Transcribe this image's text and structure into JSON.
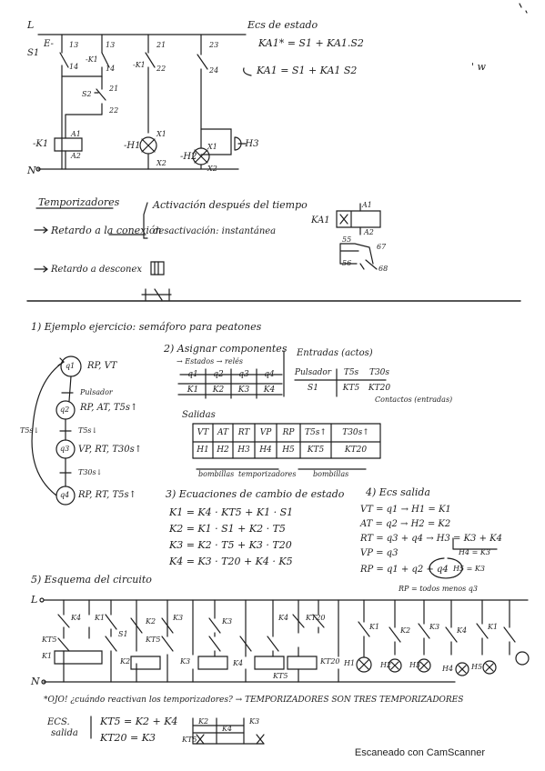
{
  "top": {
    "ecs_title": "Ecs de estado",
    "eq1": "KA1* = S1 + KA1.S2",
    "eq2": "KA1 = S1 + KA1 S2",
    "stray": "' w",
    "labels": {
      "L": "L",
      "N": "N",
      "S1": "S1",
      "E": "E-",
      "S2": "S2",
      "K1": "-K1",
      "H1": "-H1",
      "H2": "-H2",
      "H3": "-H3",
      "n13a": "13",
      "n14a": "14",
      "n13b": "13",
      "n14b": "14",
      "n21": "21",
      "n22": "22",
      "n23": "23",
      "n24": "24",
      "A1": "A1",
      "A2": "A2",
      "X1": "X1",
      "X2": "X2",
      "k1b": "-K1",
      "k1c": "-K1"
    }
  },
  "timers": {
    "title": "Temporizadores",
    "on_delay": "Retardo a la conexión",
    "on_desc": "Activación después del tiempo",
    "off_desc": "desactivación: instantánea",
    "off_delay": "Retardo a desconex",
    "symbol": {
      "KA1": "KA1",
      "A1": "A1",
      "A2": "A2",
      "n55": "55",
      "n56": "56",
      "n67": "67",
      "n68": "68"
    }
  },
  "exercise": {
    "title": "1) Ejemplo ejercicio: semáforo para peatones",
    "states": [
      {
        "id": "q1",
        "text": "RP, VT"
      },
      {
        "id": "q2",
        "text": "RP, AT, T5s↑"
      },
      {
        "id": "q3",
        "text": "VP, RT, T30s↑"
      },
      {
        "id": "q4",
        "text": "RP, RT, T5s↑"
      }
    ],
    "transitions": [
      "Pulsador",
      "T5s↓",
      "T30s↓",
      "T5s↓"
    ],
    "assign_title": "2) Asignar componentes",
    "states_label": "→ Estados → relés",
    "entradas_label": "Entradas (actos)",
    "states_table": {
      "headers": [
        "q1",
        "q2",
        "q3",
        "q4"
      ],
      "values": [
        "K1",
        "K2",
        "K3",
        "K4"
      ]
    },
    "inputs_table": {
      "headers": [
        "Pulsador",
        "T5s",
        "T30s"
      ],
      "values": [
        "S1",
        "KT5",
        "KT20"
      ]
    },
    "contacts_note": "Contactos (entradas)",
    "outputs_label": "Salidas",
    "outputs_table": {
      "headers": [
        "VT",
        "AT",
        "RT",
        "VP",
        "RP",
        "T5s↑",
        "T30s↑"
      ],
      "values": [
        "H1",
        "H2",
        "H3",
        "H4",
        "H5",
        "KT5",
        "KT20"
      ]
    },
    "bombillas": "bombillas",
    "temporizadores": "temporizadores",
    "eq_title": "3) Ecuaciones de cambio de estado",
    "equations": [
      "K1 = K4 · KT5 + K1 · S1",
      "K2 = K1 · S1 + K2 · T5",
      "K3 = K2 · T5 + K3 · T20",
      "K4 = K3 · T20 + K4 · K5"
    ],
    "out_title": "4) Ecs salida",
    "outs": [
      "VT = q1 → H1 = K1",
      "AT = q2 → H2 = K2",
      "RT = q3 + q4 → H3 = K3 + K4",
      "VP = q3",
      "RP = q1 + q2 + q4"
    ],
    "h_note": "H4 = K3",
    "h_note2": "H5 = K3",
    "rp_note": "RP = todos menos q3",
    "side_label": "T5s↓"
  },
  "circuit": {
    "title": "5) Esquema del circuito",
    "L": "L",
    "N": "N",
    "labels": [
      "K4",
      "K1",
      "S1",
      "KT5",
      "K2",
      "K3",
      "KT5",
      "K3",
      "K4",
      "KT20",
      "K1",
      "K2",
      "K3",
      "K4",
      "K1"
    ],
    "coils": [
      "K1",
      "K2",
      "K3",
      "K4",
      "KT5",
      "KT20"
    ],
    "lamps": [
      "H1",
      "H2",
      "H3",
      "H4",
      "H5"
    ]
  },
  "bottom": {
    "note": "*OJO! ¿cuándo reactivan los temporizadores? → TEMPORIZADORES SON TRES TEMPORIZADORES",
    "ecs": "ECS.",
    "salida": "salida",
    "eq1": "KT5 = K2 + K4",
    "eq2": "KT20 = K3",
    "mini": {
      "K2": "K2",
      "K4": "K4",
      "K3": "K3",
      "KT5": "KT5"
    }
  },
  "watermark": "Escaneado con CamScanner"
}
